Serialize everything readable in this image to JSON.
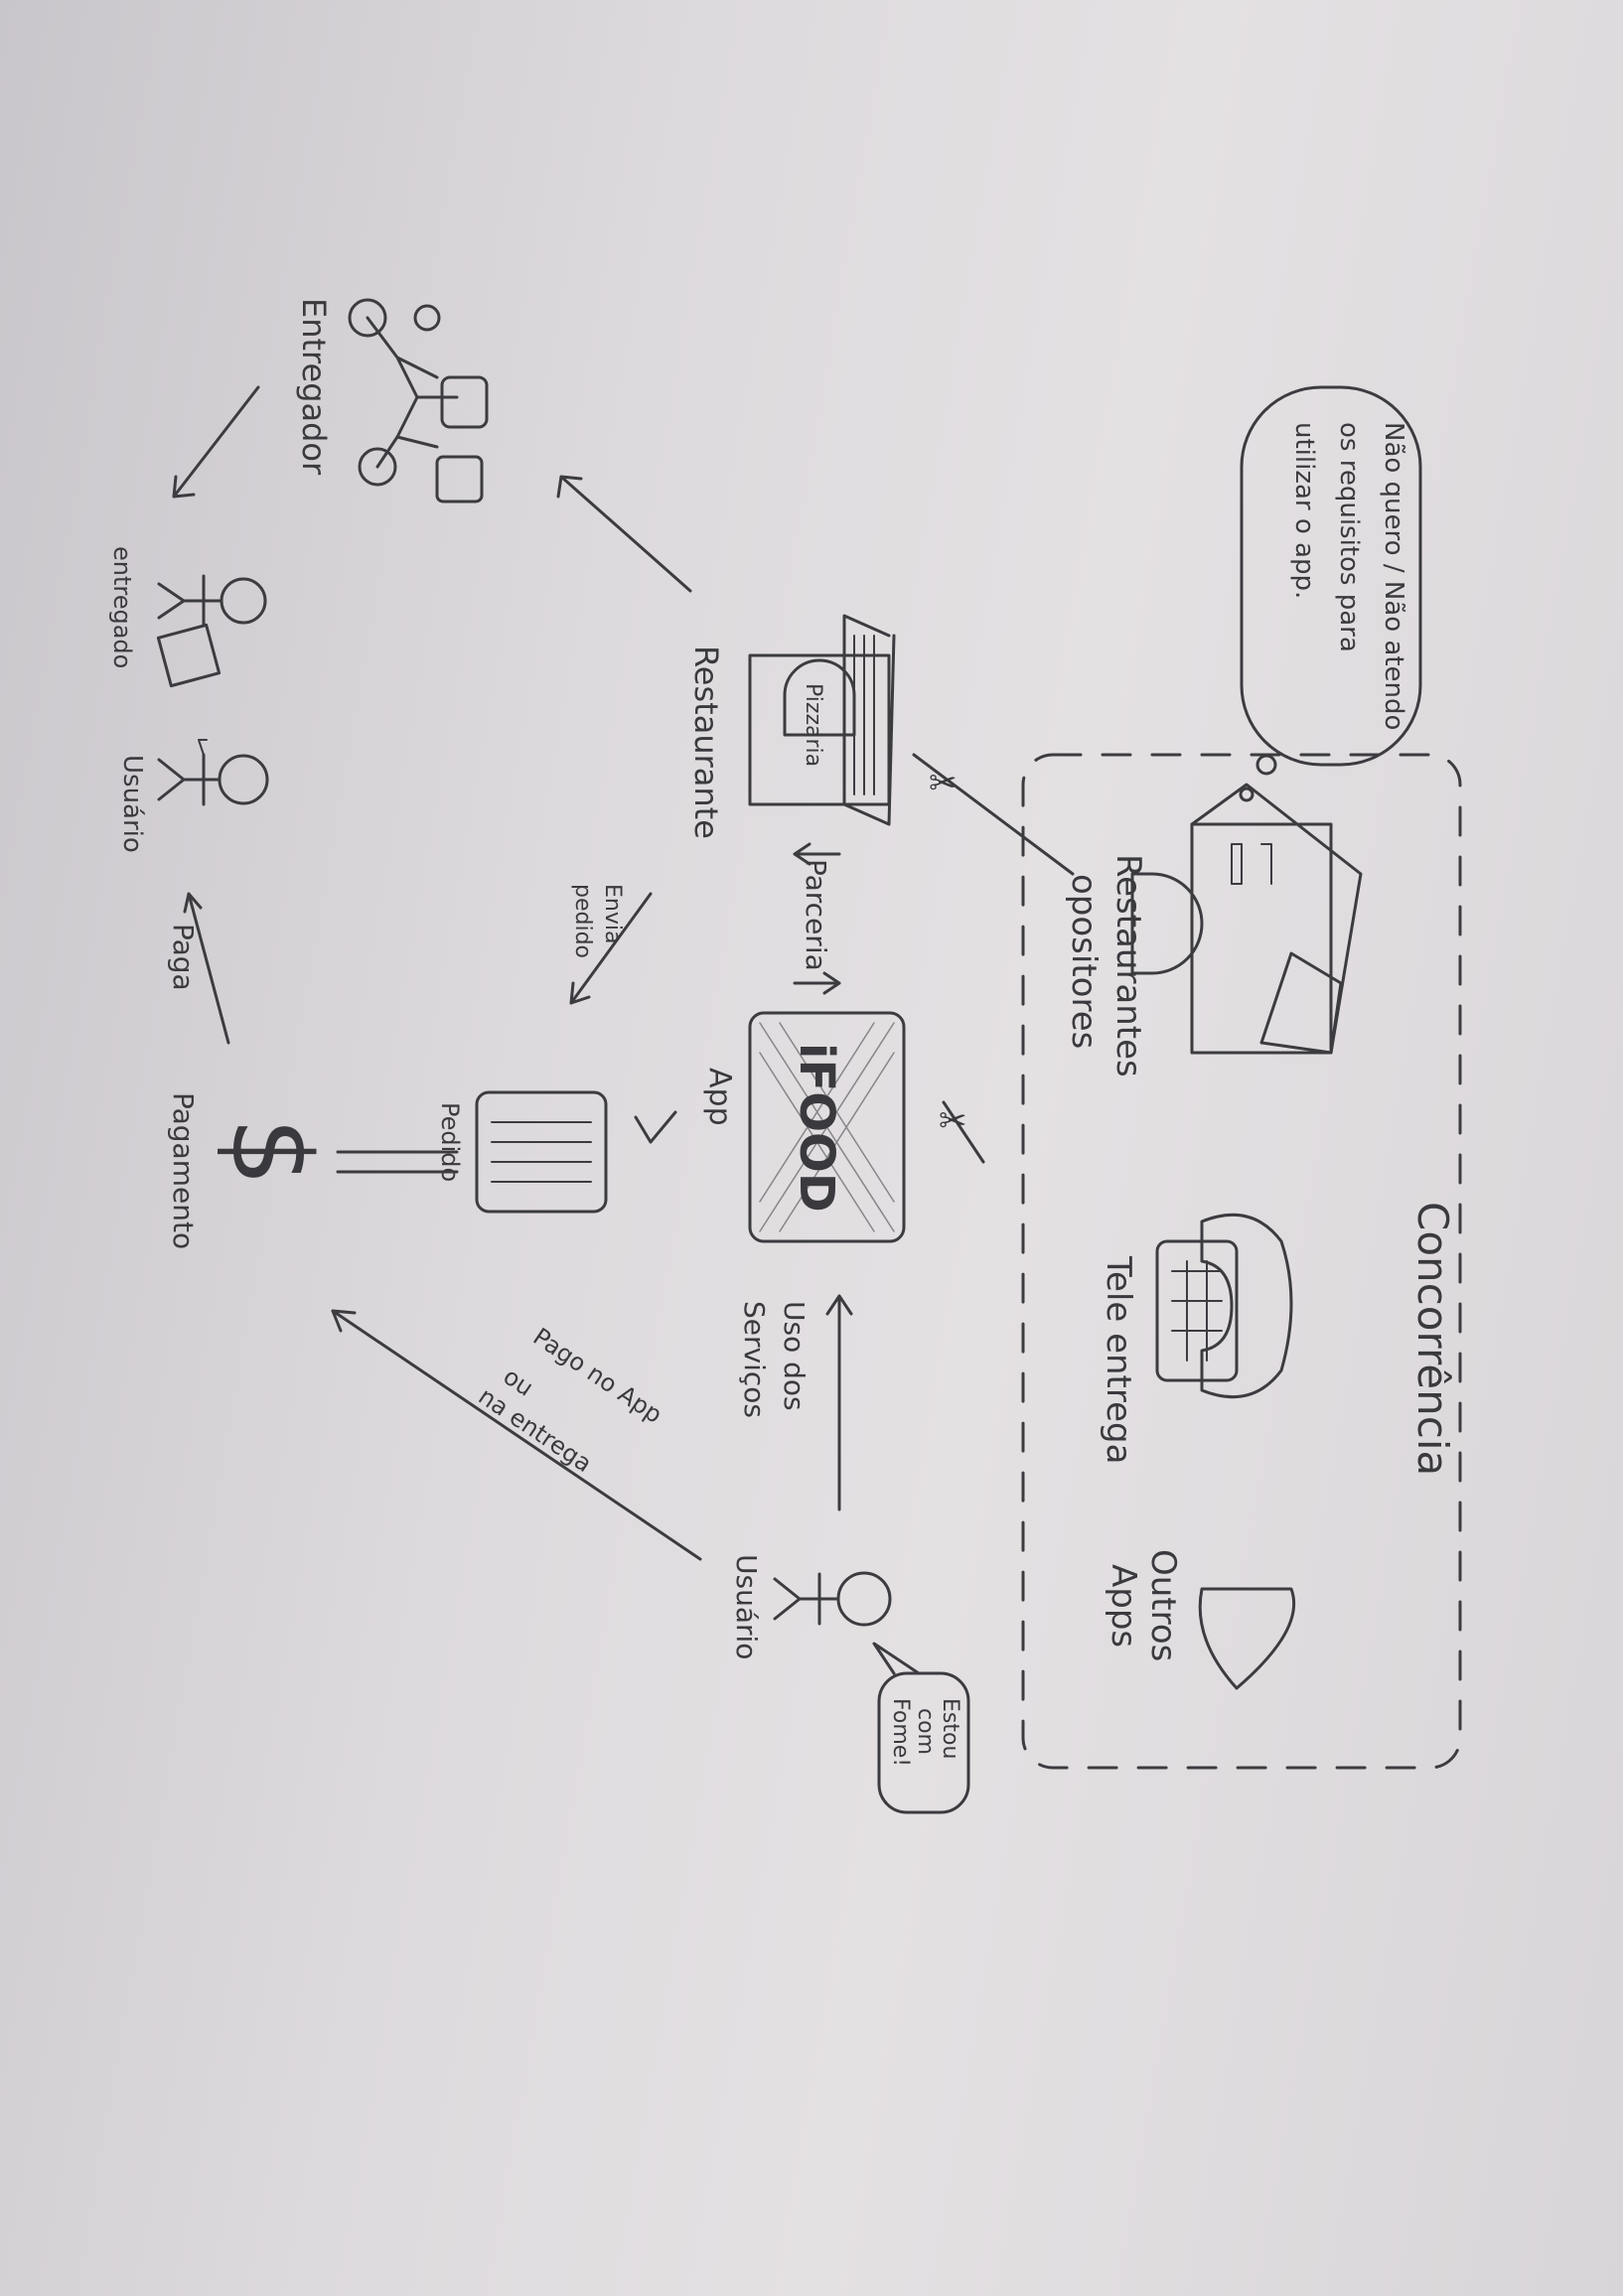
{
  "diagram": {
    "competition_box": {
      "title": "Concorrência",
      "items": {
        "opposing_restaurants": {
          "line1": "Restaurantes",
          "line2": "opositores"
        },
        "tele_delivery": "Tele entrega",
        "other_apps": {
          "line1": "Outros",
          "line2": "Apps"
        }
      }
    },
    "thought_bubble": {
      "line1": "Não quero / Não atendo",
      "line2": "os requisitos para",
      "line3": "utilizar o app."
    },
    "restaurant": {
      "sign": "Pizzaria",
      "label": "Restaurante"
    },
    "partnership_label": "Parceria",
    "app": {
      "logo": "iFOOD",
      "label": "App"
    },
    "sends_order_label": {
      "line1": "Envia",
      "line2": "pedido"
    },
    "order_label": "Pedido",
    "payment_label": "Pagamento",
    "pays_label": "Paga",
    "customer_left_label": "Usuário",
    "delivered_label": "entregado",
    "deliverer_label": "Entregador",
    "services_label": {
      "line1": "Uso dos",
      "line2": "Serviços"
    },
    "pay_label": {
      "line1": "Pago no App",
      "line2": "ou",
      "line3": "na entrega"
    },
    "user": {
      "label": "Usuário",
      "speech": {
        "line1": "Estou",
        "line2": "com",
        "line3": "Fome!"
      }
    }
  },
  "colors": {
    "ink": "#3a3a3e",
    "paper": "#e0dde0",
    "background": "#6f6e72"
  }
}
